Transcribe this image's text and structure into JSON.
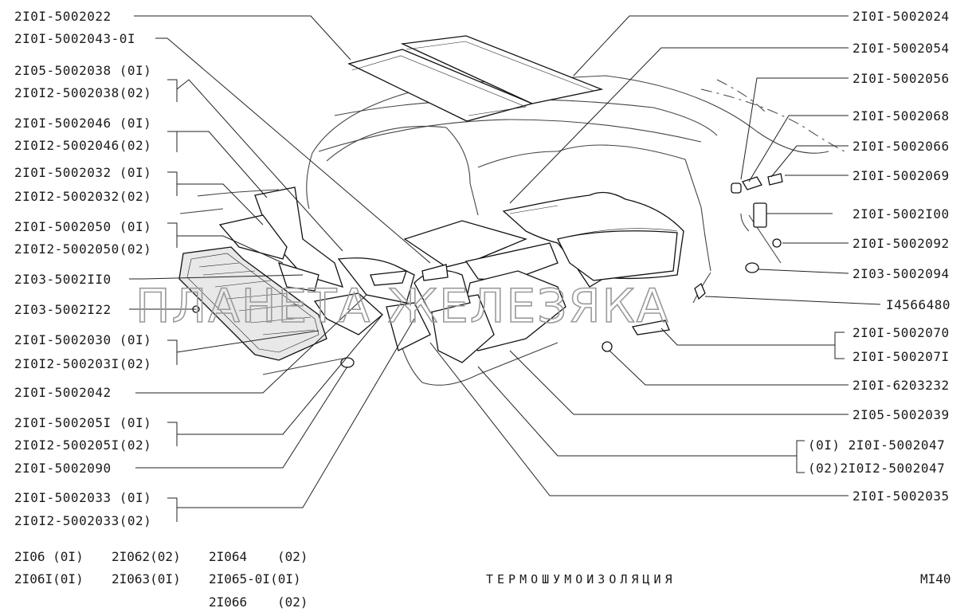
{
  "labels_left": [
    {
      "id": "l1",
      "text": "2I0I-5002022"
    },
    {
      "id": "l2",
      "text": "2I0I-5002043-0I"
    },
    {
      "id": "l3",
      "text": "2I05-5002038 (0I)"
    },
    {
      "id": "l4",
      "text": "2I0I2-5002038(02)"
    },
    {
      "id": "l5",
      "text": "2I0I-5002046 (0I)"
    },
    {
      "id": "l6",
      "text": "2I0I2-5002046(02)"
    },
    {
      "id": "l7",
      "text": "2I0I-5002032 (0I)"
    },
    {
      "id": "l8",
      "text": "2I0I2-5002032(02)"
    },
    {
      "id": "l9",
      "text": "2I0I-5002050 (0I)"
    },
    {
      "id": "l10",
      "text": "2I0I2-5002050(02)"
    },
    {
      "id": "l11",
      "text": "2I03-5002II0"
    },
    {
      "id": "l12",
      "text": "2I03-5002I22"
    },
    {
      "id": "l13",
      "text": "2I0I-5002030 (0I)"
    },
    {
      "id": "l14",
      "text": "2I0I2-500203I(02)"
    },
    {
      "id": "l15",
      "text": "2I0I-5002042"
    },
    {
      "id": "l16",
      "text": "2I0I-500205I (0I)"
    },
    {
      "id": "l17",
      "text": "2I0I2-500205I(02)"
    },
    {
      "id": "l18",
      "text": "2I0I-5002090"
    },
    {
      "id": "l19",
      "text": "2I0I-5002033 (0I)"
    },
    {
      "id": "l20",
      "text": "2I0I2-5002033(02)"
    }
  ],
  "labels_right": [
    {
      "id": "r1",
      "text": "2I0I-5002024"
    },
    {
      "id": "r2",
      "text": "2I0I-5002054"
    },
    {
      "id": "r3",
      "text": "2I0I-5002056"
    },
    {
      "id": "r4",
      "text": "2I0I-5002068"
    },
    {
      "id": "r5",
      "text": "2I0I-5002066"
    },
    {
      "id": "r6",
      "text": "2I0I-5002069"
    },
    {
      "id": "r7",
      "text": "2I0I-5002I00"
    },
    {
      "id": "r8",
      "text": "2I0I-5002092"
    },
    {
      "id": "r9",
      "text": "2I03-5002094"
    },
    {
      "id": "r10",
      "text": "I4566480"
    },
    {
      "id": "r11",
      "text": "2I0I-5002070"
    },
    {
      "id": "r12",
      "text": "2I0I-500207I"
    },
    {
      "id": "r13",
      "text": "2I0I-6203232"
    },
    {
      "id": "r14",
      "text": "2I05-5002039"
    },
    {
      "id": "r15",
      "text": "(0I) 2I0I-5002047"
    },
    {
      "id": "r16",
      "text": "(02)2I0I2-5002047"
    },
    {
      "id": "r17",
      "text": "2I0I-5002035"
    }
  ],
  "models": [
    {
      "id": "m1",
      "text": "2I06 (0I)"
    },
    {
      "id": "m2",
      "text": "2I06I(0I)"
    },
    {
      "id": "m3",
      "text": "2I062(02)"
    },
    {
      "id": "m4",
      "text": "2I063(0I)"
    },
    {
      "id": "m5",
      "text": "2I064"
    },
    {
      "id": "m6",
      "text": "(02)"
    },
    {
      "id": "m7",
      "text": "2I065-0I(0I)"
    },
    {
      "id": "m8",
      "text": "2I066"
    },
    {
      "id": "m9",
      "text": "(02)"
    }
  ],
  "title": "ТЕРМОШУМОИЗОЛЯЦИЯ",
  "page_code": "MI40",
  "watermark": "ПЛАНЕТА ЖЕЛЕЗЯКА"
}
